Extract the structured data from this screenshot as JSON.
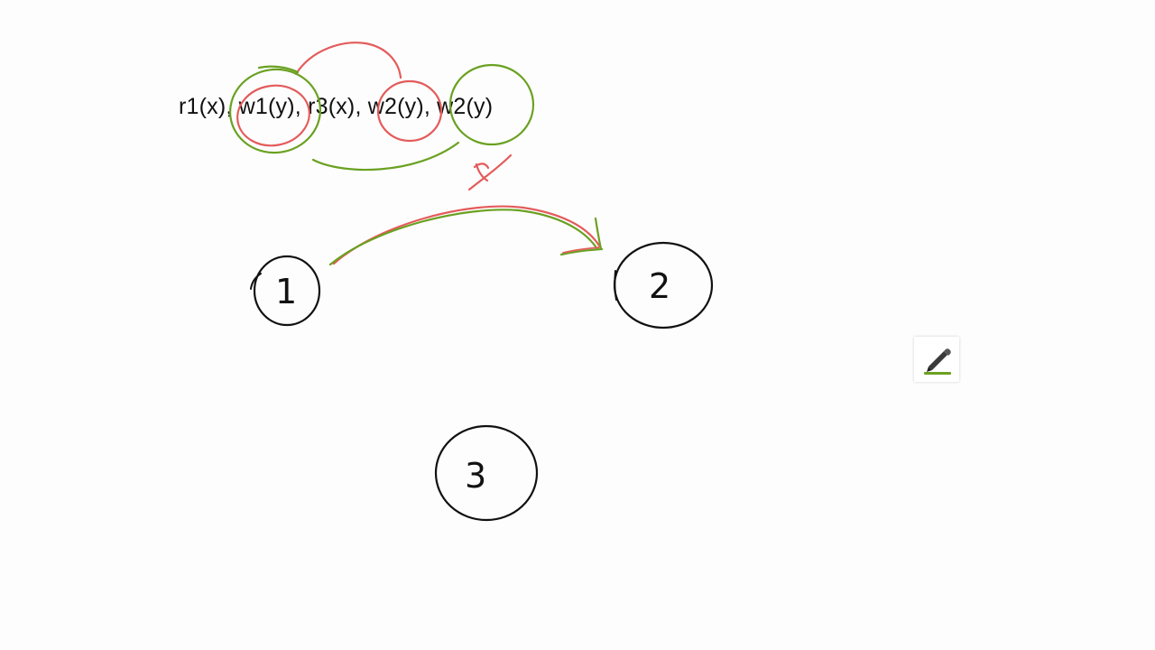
{
  "schedule": {
    "text": "r1(x), w1(y), r3(x), w2(y), w2(y)"
  },
  "graph": {
    "nodes": [
      "1",
      "2",
      "3"
    ]
  },
  "annotations": {
    "marks": [
      "x"
    ]
  },
  "tool": {
    "icon": "pen-icon",
    "active_color": "#6aa121"
  },
  "colors": {
    "green_ink": "#6aa121",
    "red_ink": "#e45b5b",
    "black_ink": "#111111"
  }
}
